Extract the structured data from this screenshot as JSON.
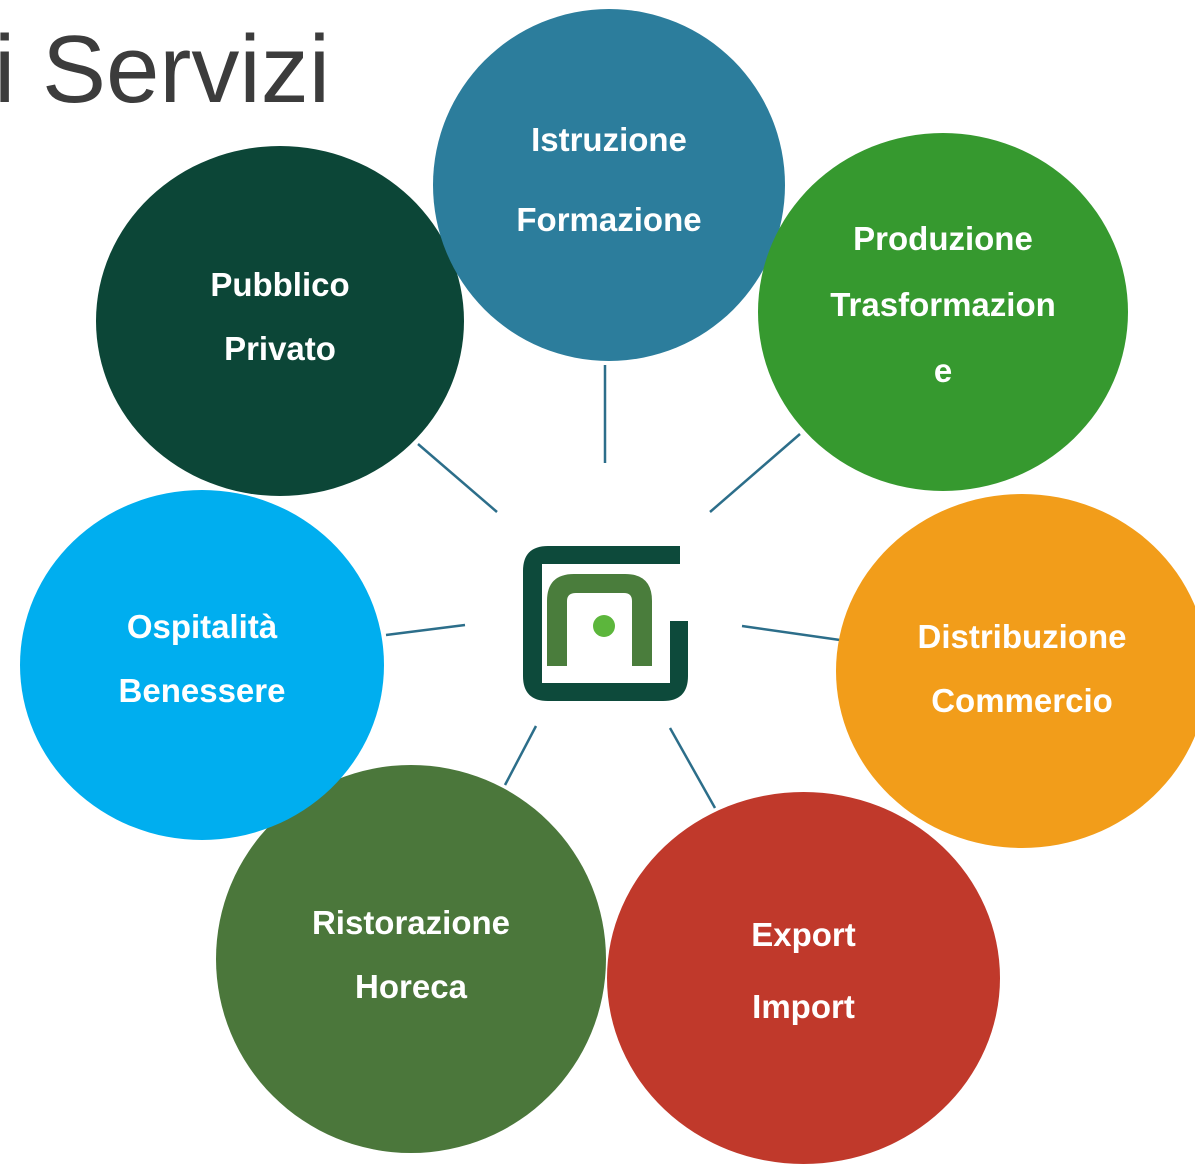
{
  "title": "i Servizi",
  "colors": {
    "istruzione": "#2c7d9c",
    "produzione": "#36992f",
    "distribuzione": "#f29d1a",
    "export": "#c0392b",
    "ristorazione": "#4b773b",
    "ospitalita": "#00aeef",
    "pubblico": "#0c4637",
    "connector": "#2c6e8a",
    "logo_dark": "#0d4a3b",
    "logo_green": "#4a7d3c",
    "logo_dot": "#5cb63c"
  },
  "nodes": {
    "istruzione": {
      "line1": "Istruzione",
      "line2": "Formazione"
    },
    "produzione": {
      "line1": "Produzione",
      "line2": "Trasformazion",
      "line3": "e"
    },
    "distribuzione": {
      "line1": "Distribuzione",
      "line2": "Commercio"
    },
    "export": {
      "line1": "Export",
      "line2": "Import"
    },
    "ristorazione": {
      "line1": "Ristorazione",
      "line2": "Horeca"
    },
    "ospitalita": {
      "line1": "Ospitalità",
      "line2": "Benessere"
    },
    "pubblico": {
      "line1": "Pubblico",
      "line2": "Privato"
    }
  }
}
